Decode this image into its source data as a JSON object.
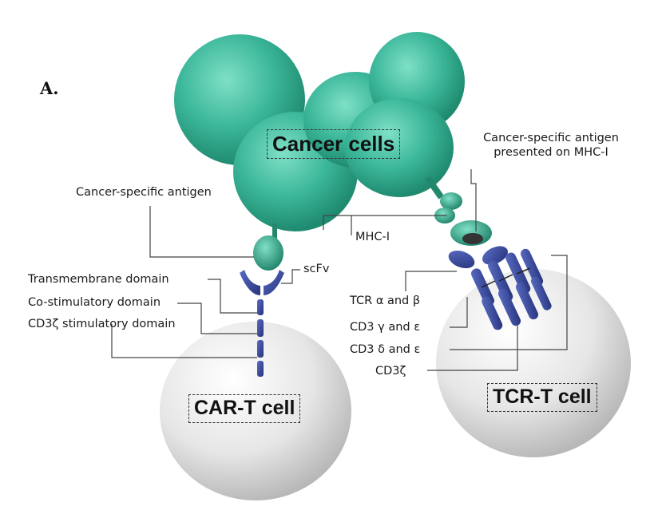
{
  "figure": {
    "panel_label": "A.",
    "cancer_title": "Cancer cells",
    "car_title": "CAR-T cell",
    "tcr_title": "TCR-T cell",
    "labels": {
      "cancer_antigen": "Cancer-specific antigen",
      "antigen_mhc_line1": "Cancer-specific antigen",
      "antigen_mhc_line2": "presented on MHC-I",
      "mhc": "MHC-I",
      "scfv": "scFv",
      "transmembrane": "Transmembrane domain",
      "costim": "Co-stimulatory domain",
      "cd3z_stim": "CD3ζ stimulatory domain",
      "tcr_ab": "TCR α and β",
      "cd3_ge": "CD3 γ and ε",
      "cd3_de": "CD3 δ and ε",
      "cd3z": "CD3ζ"
    },
    "colors": {
      "cancer": "#3cb79a",
      "cancer_dark": "#23876e",
      "receptor": "#2f3f8f",
      "cell": "#e4e4e4",
      "line": "#444444"
    }
  }
}
